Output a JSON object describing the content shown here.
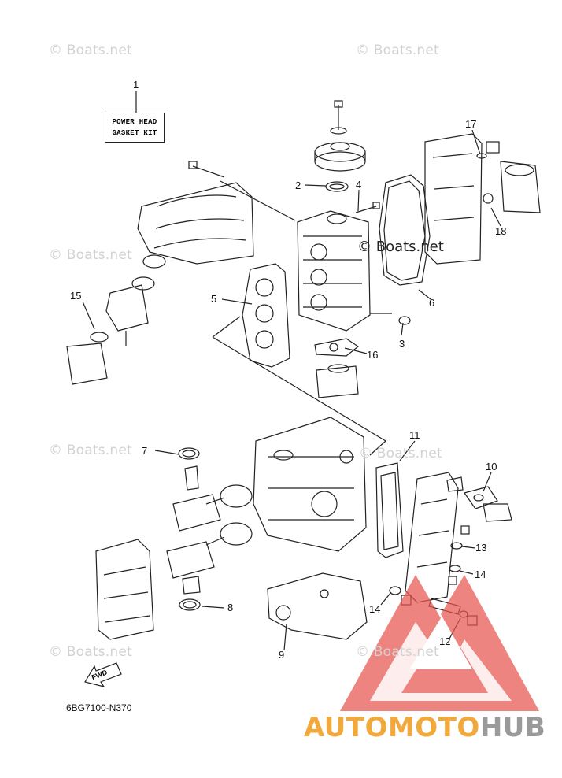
{
  "watermark": "© Boats.net",
  "center_watermark": "© Boats.net",
  "kit_label": {
    "line1": "POWER HEAD",
    "line2": "GASKET KIT"
  },
  "diagram_code": "6BG7100-N370",
  "fwd_label": "FWD",
  "brand": {
    "part1": "AUTOMOTO",
    "part2": "HUB"
  },
  "callouts": [
    "1",
    "2",
    "3",
    "4",
    "5",
    "6",
    "7",
    "8",
    "9",
    "10",
    "11",
    "12",
    "13",
    "14",
    "14",
    "15",
    "16",
    "17",
    "18"
  ],
  "colors": {
    "line": "#222222",
    "watermark": "#d2d2d2",
    "logo_red": "#e8554e",
    "brand_orange": "#f2a93b",
    "brand_gray": "#9a9a9a"
  }
}
